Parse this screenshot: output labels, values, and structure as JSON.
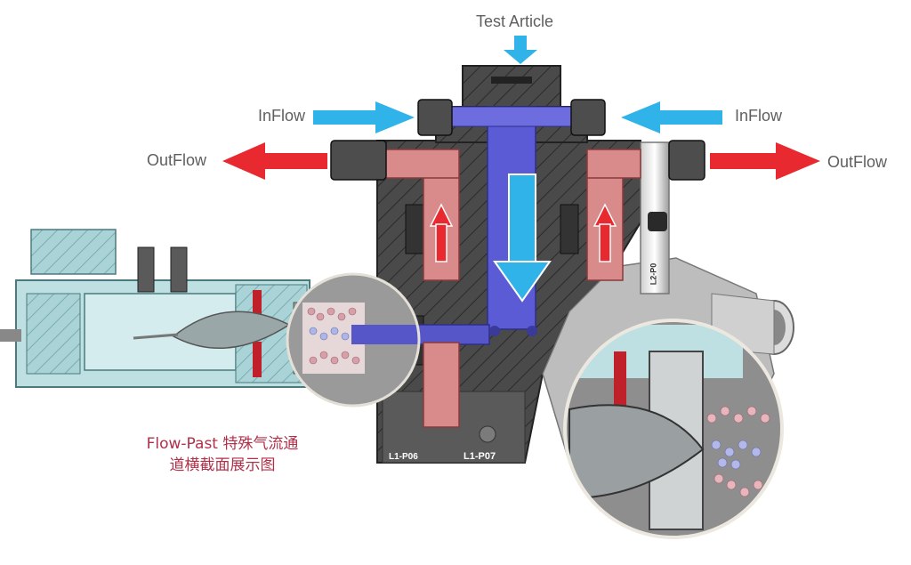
{
  "labels": {
    "test_article": "Test Article",
    "inflow_left": "InFlow",
    "inflow_right": "InFlow",
    "outflow_left": "OutFlow",
    "outflow_right": "OutFlow"
  },
  "caption": {
    "line1": "Flow-Past 特殊气流通",
    "line2": "道横截面展示图"
  },
  "part_tags": {
    "left_bottom": "L1-P06",
    "center_bottom": "L1-P07",
    "right_side": "L2-P0"
  },
  "colors": {
    "inflow_arrow": "#2fb3e8",
    "outflow_arrow": "#e8292f",
    "label_text": "#5f5f5f",
    "caption_text": "#b0304a",
    "body_dark": "#4a4a4a",
    "inflow_channel": "#5b5bd6",
    "outflow_channel": "#d98a8a",
    "housing_cyan": "#bfe0e3"
  }
}
